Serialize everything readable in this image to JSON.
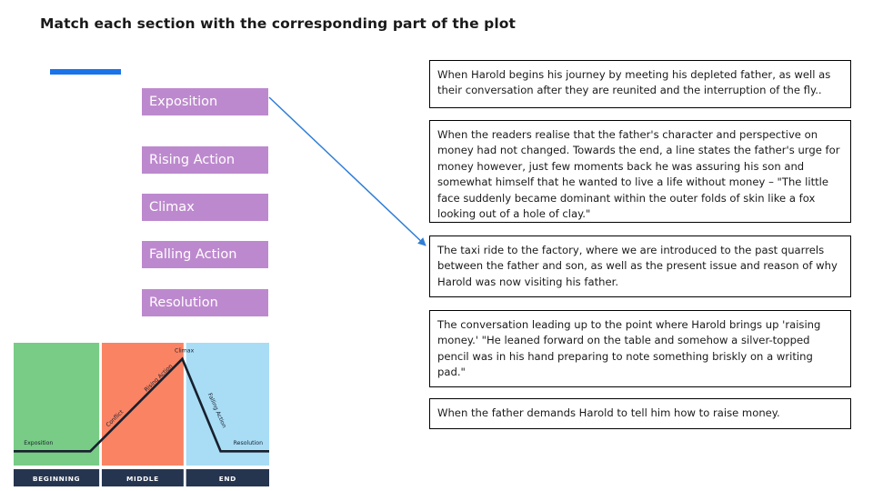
{
  "title": "Match each section with the corresponding part of the plot",
  "accent_color": "#1a73e8",
  "stage_label_color": "#bd89ce",
  "arrow_color": "#2f7ed8",
  "stages": [
    {
      "label": "Exposition"
    },
    {
      "label": "Rising Action"
    },
    {
      "label": "Climax"
    },
    {
      "label": "Falling Action"
    },
    {
      "label": "Resolution"
    }
  ],
  "descriptions": [
    {
      "text": "When Harold begins his journey by meeting his depleted father, as well as their conversation after they are reunited and the interruption of the fly.."
    },
    {
      "text": "When the readers realise that the father's character and perspective on money had not changed. Towards the end, a line states the father's urge for money however, just few moments back he was assuring his son and somewhat himself that he wanted to live a life without money – \"The little face suddenly became dominant within the outer folds of skin like a fox looking out of a hole of clay.\""
    },
    {
      "text": "The taxi ride to the factory, where we are introduced to the past quarrels between the father and son, as well as the present issue and reason of why Harold was now visiting his father."
    },
    {
      "text": "The conversation leading up to the point where Harold brings up 'raising money.' \"He leaned forward on the table and somehow a silver-topped pencil was in his hand preparing to note something briskly on a writing pad.\""
    },
    {
      "text": "When the father demands Harold to tell him how to raise money."
    }
  ],
  "connection": {
    "from_stage": "Exposition",
    "to_description_index": 2
  },
  "chart_data": {
    "type": "line",
    "title": "Plot structure diagram",
    "xlabel": "",
    "ylabel": "",
    "grid": false,
    "legend": "none",
    "x": [
      0,
      0.3,
      0.66,
      0.81,
      1.0
    ],
    "values": [
      0.08,
      0.08,
      0.92,
      0.08,
      0.08
    ],
    "point_labels": [
      "Exposition",
      "Conflict",
      "Climax",
      "Falling Action",
      "Resolution"
    ],
    "annotations": [
      {
        "label": "Exposition",
        "x": 0.04,
        "y": 0.14,
        "rotation": 0
      },
      {
        "label": "Conflict",
        "x": 0.37,
        "y": 0.3,
        "rotation": -44
      },
      {
        "label": "Rising Action",
        "x": 0.52,
        "y": 0.62,
        "rotation": -44
      },
      {
        "label": "Climax",
        "x": 0.63,
        "y": 0.98,
        "rotation": 0
      },
      {
        "label": "Falling Action",
        "x": 0.76,
        "y": 0.6,
        "rotation": 66
      },
      {
        "label": "Resolution",
        "x": 0.86,
        "y": 0.14,
        "rotation": 0
      }
    ],
    "sections": [
      {
        "label": "BEGINNING",
        "color": "#78cc85",
        "start": 0.0,
        "end": 0.335
      },
      {
        "label": "MIDDLE",
        "color": "#fa8363",
        "start": 0.345,
        "end": 0.665
      },
      {
        "label": "END",
        "color": "#a8ddf5",
        "start": 0.675,
        "end": 1.0
      }
    ],
    "axis_bar_color": "#26354f",
    "line_color": "#18202e"
  }
}
